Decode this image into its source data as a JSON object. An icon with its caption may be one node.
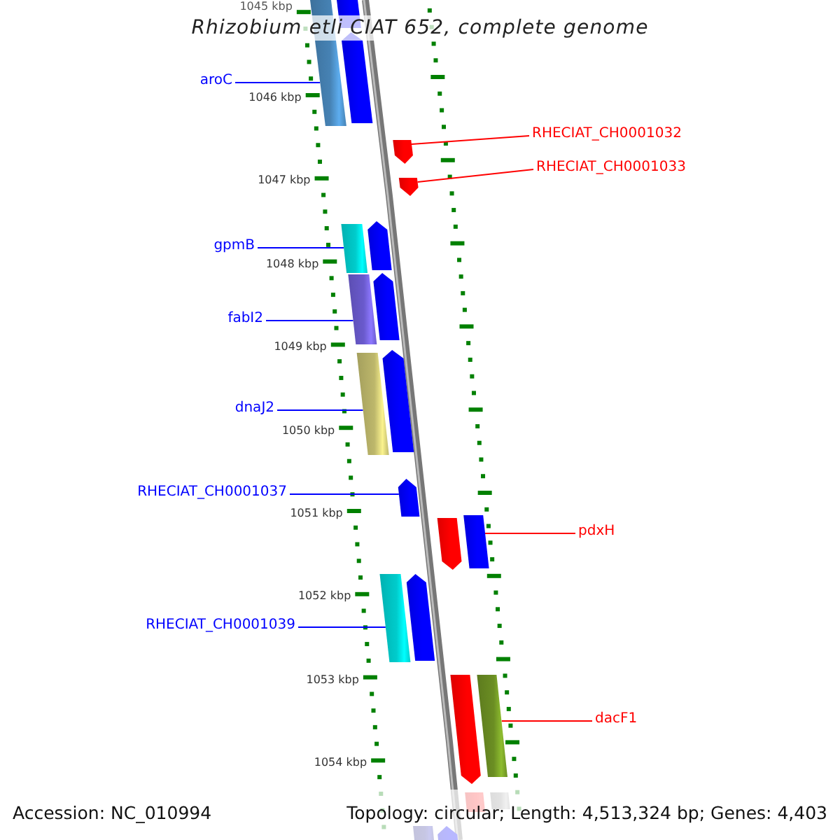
{
  "diagram": {
    "title": "Rhizobium etli CIAT 652, complete genome",
    "nodes": [
      {
        "text": [
          "aroC"
        ]
      },
      {
        "text": [],
        "shape": "bar"
      },
      {
        "text": [
          "RHECIAT_CH0001032"
        ]
      },
      {
        "text": [],
        "shape": "pentagon"
      },
      {
        "text": [
          "RHECIAT_CH0001033"
        ]
      },
      {
        "text": [],
        "shape": "pentagon"
      },
      {
        "text": [
          "gpmB"
        ]
      },
      {
        "text": [],
        "shape": "bar"
      },
      {
        "text": [
          "fabI2"
        ]
      },
      {
        "text": [],
        "shape": "bar"
      },
      {
        "text": [
          "dnaJ2"
        ]
      },
      {
        "text": [],
        "shape": "bar"
      },
      {
        "text": [
          "RHECIAT_CH0001037"
        ]
      },
      {
        "text": [],
        "shape": "pentagon"
      },
      {
        "text": [
          "pdxH"
        ]
      },
      {
        "text": [],
        "shape": "bar"
      },
      {
        "text": [
          "RHECIAT_CH0001039"
        ]
      },
      {
        "text": [],
        "shape": "bar"
      },
      {
        "text": [
          "dacF1"
        ]
      },
      {
        "text": [],
        "shape": "bar"
      }
    ],
    "edges": [
      {
        "from": 0,
        "to": 1,
        "arrow": "none"
      },
      {
        "from": 2,
        "to": 3,
        "arrow": "none",
        "color": "#ff0000"
      },
      {
        "from": 4,
        "to": 5,
        "arrow": "none",
        "color": "#ff0000"
      },
      {
        "from": 6,
        "to": 7,
        "arrow": "none"
      },
      {
        "from": 8,
        "to": 9,
        "arrow": "none"
      },
      {
        "from": 10,
        "to": 11,
        "arrow": "none"
      },
      {
        "from": 12,
        "to": 13,
        "arrow": "none"
      },
      {
        "from": 14,
        "to": 15,
        "arrow": "none",
        "color": "#ff0000"
      },
      {
        "from": 16,
        "to": 17,
        "arrow": "none"
      },
      {
        "from": 18,
        "to": 19,
        "arrow": "none",
        "color": "#ff0000"
      }
    ],
    "labels": [
      "1045 kbp",
      "1046 kbp",
      "1047 kbp",
      "1048 kbp",
      "1049 kbp",
      "1050 kbp",
      "1051 kbp",
      "1052 kbp",
      "1053 kbp",
      "1054 kbp",
      "Accession: NC_010994",
      "Topology: circular; Length: 4,513,324 bp; Genes: 4,403"
    ]
  }
}
